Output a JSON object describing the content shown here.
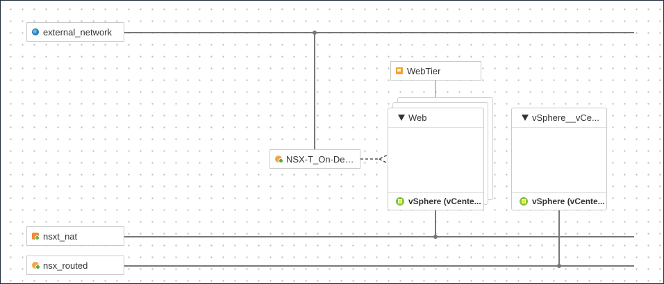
{
  "networks": [
    {
      "id": "external",
      "label": "external_network",
      "icon": "globe-icon"
    },
    {
      "id": "nat",
      "label": "nsxt_nat",
      "icon": "network-icon"
    },
    {
      "id": "routed",
      "label": "nsx_routed",
      "icon": "network-icon"
    }
  ],
  "tiers": {
    "webtier": {
      "label": "WebTier",
      "icon": "folder-icon"
    }
  },
  "edge": {
    "label": "NSX-T_On-Dem...",
    "icon": "edge-gateway-icon"
  },
  "groups": [
    {
      "id": "web",
      "title": "Web",
      "footer": "vSphere (vCente..."
    },
    {
      "id": "vsphere",
      "title": "vSphere__vCe...",
      "footer": "vSphere (vCente..."
    }
  ],
  "colors": {
    "wire": "#777777",
    "node_border": "#c9c9c9",
    "frame": "#1c2a3a",
    "grid_dot": "#b9b9b9"
  }
}
